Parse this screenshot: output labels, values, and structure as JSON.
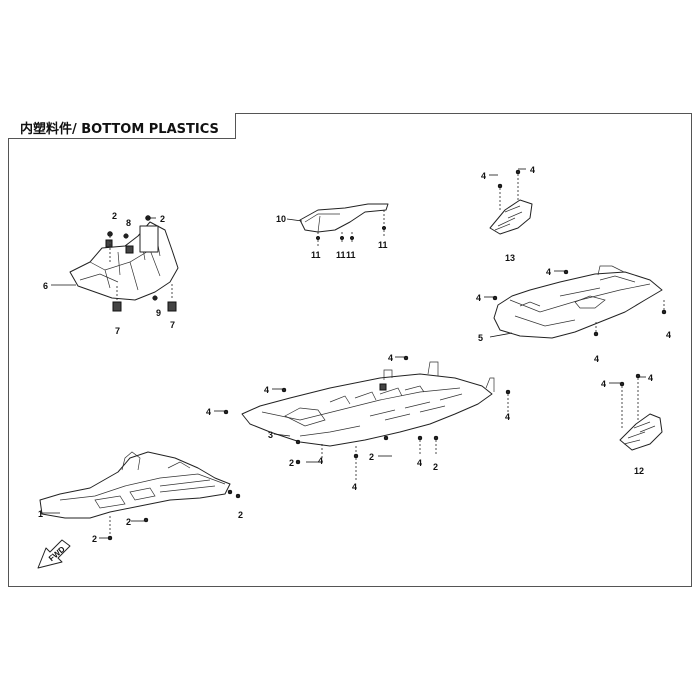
{
  "title": "内塑料件/ BOTTOM PLASTICS",
  "fwd_label": "FWD",
  "callouts": {
    "c1": "1",
    "c2a": "2",
    "c2b": "2",
    "c2c": "2",
    "c2d": "2",
    "c2e": "2",
    "c2f": "2",
    "c2g": "2",
    "c2h": "2",
    "c3": "3",
    "c4a": "4",
    "c4b": "4",
    "c4c": "4",
    "c4d": "4",
    "c4e": "4",
    "c4f": "4",
    "c4g": "4",
    "c4h": "4",
    "c4i": "4",
    "c4j": "4",
    "c4k": "4",
    "c4l": "4",
    "c4m": "4",
    "c4n": "4",
    "c4o": "4",
    "c5": "5",
    "c6": "6",
    "c7a": "7",
    "c7b": "7",
    "c8": "8",
    "c9": "9",
    "c10": "10",
    "c11a": "11",
    "c11b": "11",
    "c11c": "11",
    "c11d": "11",
    "c12": "12",
    "c13": "13"
  }
}
